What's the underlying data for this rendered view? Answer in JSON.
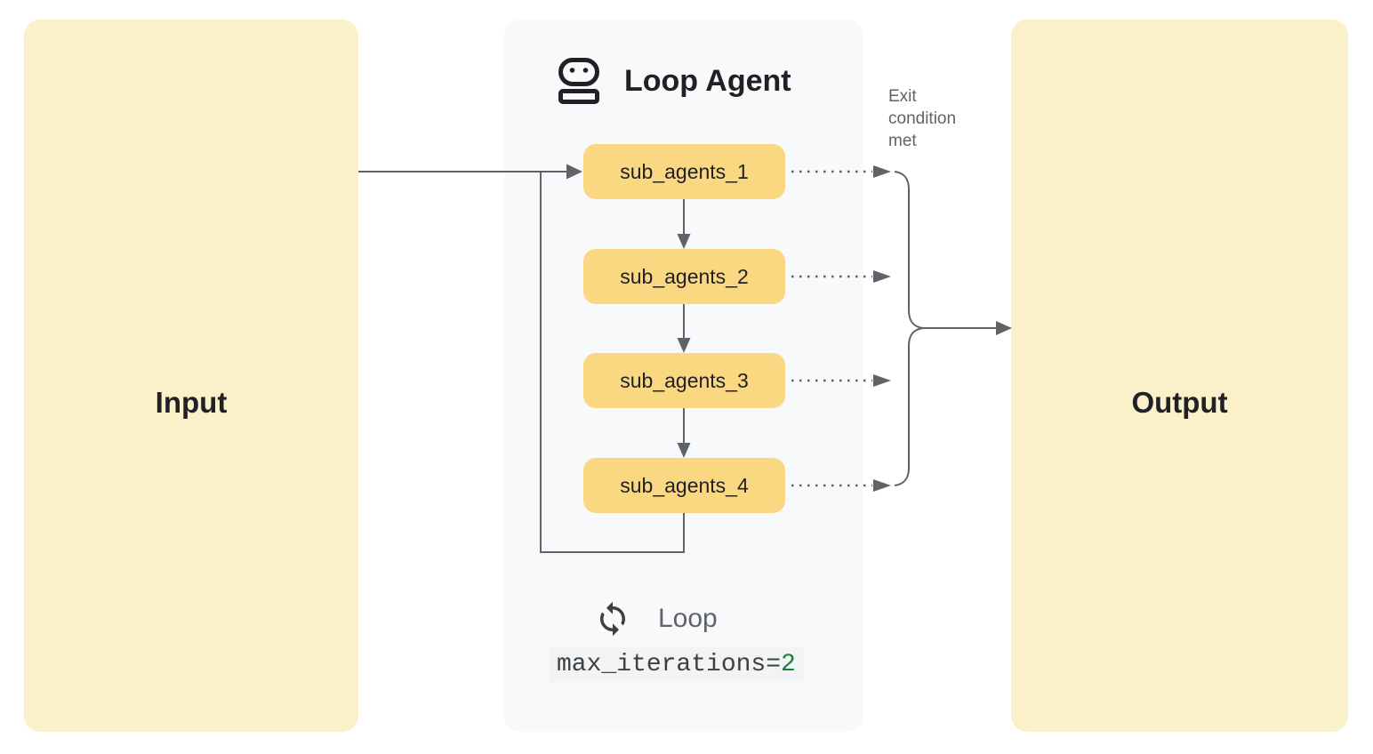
{
  "diagram": {
    "input_panel": {
      "label": "Input"
    },
    "output_panel": {
      "label": "Output"
    },
    "loop_agent_panel": {
      "title": "Loop Agent",
      "title_icon": "robot-icon",
      "sub_agents": [
        {
          "label": "sub_agents_1"
        },
        {
          "label": "sub_agents_2"
        },
        {
          "label": "sub_agents_3"
        },
        {
          "label": "sub_agents_4"
        }
      ],
      "loop": {
        "icon": "loop-sync-icon",
        "label": "Loop",
        "code_prefix": "max_iterations=",
        "code_value": "2"
      }
    },
    "annotations": {
      "exit_condition": "Exit condition met"
    },
    "colors": {
      "io_box_bg": "#FAF0CA",
      "agent_panel_bg": "#F8F9FA",
      "sub_agent_bg": "#FAD781",
      "connector_gray": "#5F6368",
      "text_primary": "#202124",
      "text_secondary": "#5F6368",
      "code_chip_bg": "#F1F3F4",
      "code_value_green": "#188038"
    }
  }
}
